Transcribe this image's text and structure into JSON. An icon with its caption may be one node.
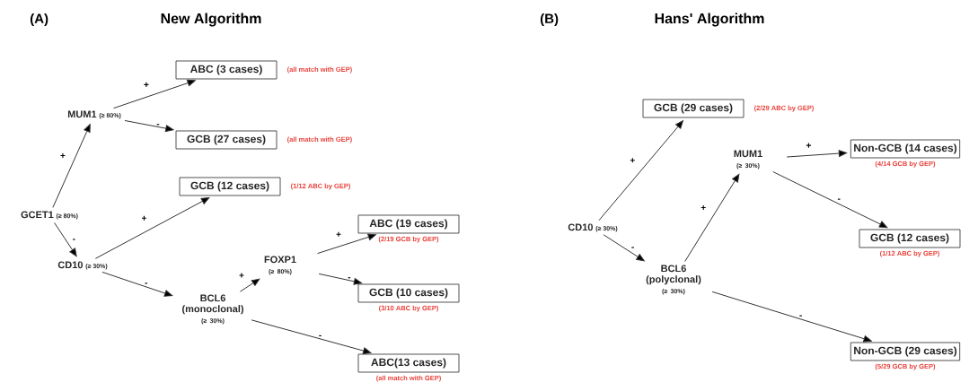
{
  "diagram": {
    "nodes": [
      {
        "text": [
          "GCET1",
          "(≥ 80%)"
        ]
      },
      {
        "text": [
          "MUM1",
          "(≥ 80%)"
        ]
      },
      {
        "text": [
          "ABC (3 cases)"
        ],
        "beside": [
          "(all match with GEP)"
        ]
      },
      {
        "text": [
          "GCB (27 cases)"
        ],
        "beside": [
          "(all match with GEP)"
        ]
      },
      {
        "text": [
          "GCB (12 cases)"
        ],
        "beside": [
          "(1/12 ABC by GEP)"
        ]
      },
      {
        "text": [
          "CD10",
          "(≥ 30%)"
        ]
      },
      {
        "text": [
          "BCL6 (monoclonal)",
          "(≥ 30%)"
        ]
      },
      {
        "text": [
          "FOXP1",
          "(≥ 80%)"
        ]
      },
      {
        "text": [
          "ABC (19 cases)"
        ],
        "beside": [
          "(2/19 GCB by GEP)"
        ]
      },
      {
        "text": [
          "GCB (10 cases)"
        ],
        "beside": [
          "(3/10 ABC by GEP)"
        ]
      },
      {
        "text": [
          "ABC(13 cases)"
        ],
        "beside": [
          "(all match with GEP)"
        ]
      },
      {
        "text": [
          "CD10",
          "(≥ 30%)"
        ]
      },
      {
        "text": [
          "GCB (29 cases)"
        ],
        "beside": [
          "(2/29 ABC by GEP)"
        ]
      },
      {
        "text": [
          "MUM1",
          "(≥ 30%)"
        ]
      },
      {
        "text": [
          "Non-GCB (14 cases)"
        ],
        "beside": [
          "(4/14 GCB by GEP)"
        ]
      },
      {
        "text": [
          "BCL6 (polyclonal)",
          "(≥ 30%)"
        ]
      },
      {
        "text": [
          "GCB (12 cases)"
        ],
        "beside": [
          "(1/12 ABC by GEP)"
        ]
      },
      {
        "text": [
          "Non-GCB (29 cases)"
        ],
        "beside": [
          "(5/29 GCB by GEP)"
        ]
      }
    ],
    "edges": [
      {
        "from": 0,
        "to": 1,
        "arrow": "to",
        "label": "+"
      },
      {
        "from": 0,
        "to": 5,
        "arrow": "to",
        "label": "-"
      },
      {
        "from": 1,
        "to": 2,
        "arrow": "to",
        "label": "+"
      },
      {
        "from": 1,
        "to": 3,
        "arrow": "to",
        "label": "-"
      },
      {
        "from": 5,
        "to": 4,
        "arrow": "to",
        "label": "+"
      },
      {
        "from": 5,
        "to": 6,
        "arrow": "to",
        "label": "-"
      },
      {
        "from": 6,
        "to": 7,
        "arrow": "to",
        "label": "+"
      },
      {
        "from": 6,
        "to": 10,
        "arrow": "to",
        "label": "-"
      },
      {
        "from": 7,
        "to": 8,
        "arrow": "to",
        "label": "+"
      },
      {
        "from": 7,
        "to": 9,
        "arrow": "to",
        "label": "-"
      },
      {
        "from": 11,
        "to": 12,
        "arrow": "to",
        "label": "+"
      },
      {
        "from": 11,
        "to": 15,
        "arrow": "to",
        "label": "-"
      },
      {
        "from": 15,
        "to": 13,
        "arrow": "to",
        "label": "+"
      },
      {
        "from": 15,
        "to": 17,
        "arrow": "to",
        "label": "-"
      },
      {
        "from": 13,
        "to": 14,
        "arrow": "to",
        "label": "+"
      },
      {
        "from": 13,
        "to": 16,
        "arrow": "to",
        "label": "-"
      }
    ],
    "labels": [
      "(A)",
      "New Algorithm",
      "(B)",
      "Hans' Algorithm"
    ]
  }
}
